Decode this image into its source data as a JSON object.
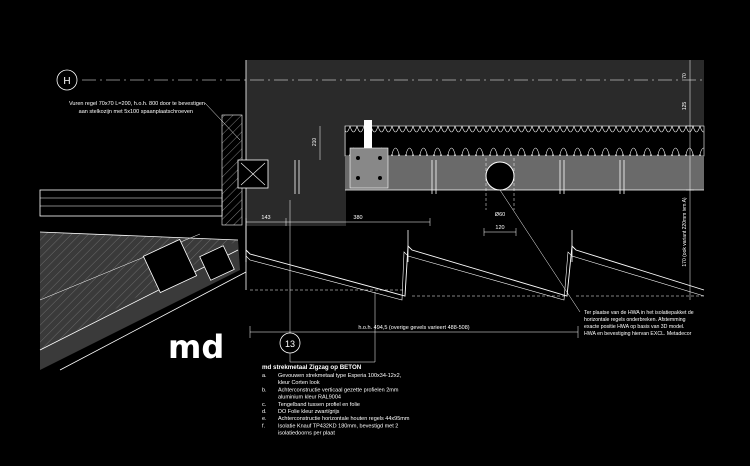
{
  "colors": {
    "background": "#000000",
    "lines": "#ffffff",
    "fill_dark": "#2a2a2a",
    "fill_mid": "#4a4a4a",
    "fill_light": "#8a8a8a"
  },
  "logo": {
    "text": "md"
  },
  "markers": {
    "grid_line": "H",
    "detail": "13"
  },
  "top_note": {
    "line1": "Vuren regel 70x70 L=200, h.o.h. 800 door te bevestigen",
    "line2": "aan stelkozijn met 5x100 spaanplaatschroeven"
  },
  "dimensions": {
    "d210": "210",
    "d143": "143",
    "d380": "380",
    "d120": "120",
    "d60": "Ø60",
    "v125": "125",
    "v70": "70",
    "v_var": "170 (ook variant 220mm ivm A)",
    "hoh": "h.o.h. 494,5 (overige gevels varieert 488-508)"
  },
  "hwa_note": {
    "line1": "Ter plaatse van de HWA in het isolatiepakket de",
    "line2": "horizontale regels onderbreken. Afstemming",
    "line3": "exacte positie HWA op basis van 3D model.",
    "line4": "HWA en bevestiging hiervan EXCL. Metadecor"
  },
  "legend": {
    "title": "md strekmetaal Zigzag op BETON",
    "items": [
      {
        "key": "a.",
        "lines": [
          "Gevouwen strekmetaal type Esperia 100x34-12x2,",
          "kleur Corten look"
        ]
      },
      {
        "key": "b.",
        "lines": [
          "Achterconstructie verticaal gezette profielen 2mm",
          "aluminium kleur RAL9004"
        ]
      },
      {
        "key": "c.",
        "lines": [
          "Tengelband tussen profiel en folie"
        ]
      },
      {
        "key": "d.",
        "lines": [
          "DO Folie kleur zwart/grijs"
        ]
      },
      {
        "key": "e.",
        "lines": [
          "Achterconstructie horizontale houten regels 44x95mm"
        ]
      },
      {
        "key": "f.",
        "lines": [
          "Isolatie Knauf TP432KD 180mm, bevestigd met 2",
          "isolatiedoorns per plaat"
        ]
      }
    ]
  }
}
